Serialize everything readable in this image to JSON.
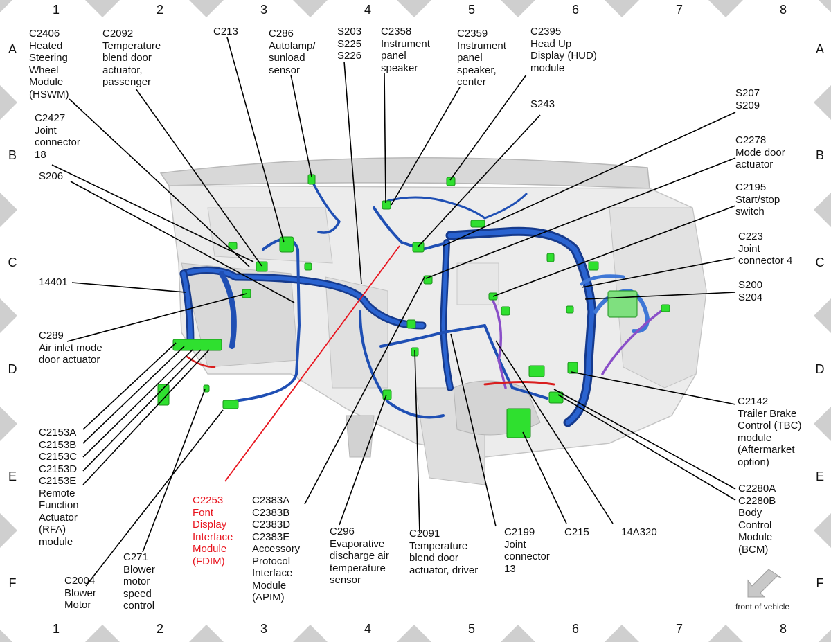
{
  "grid": {
    "columns": [
      "1",
      "2",
      "3",
      "4",
      "5",
      "6",
      "7",
      "8"
    ],
    "rows": [
      "A",
      "B",
      "C",
      "D",
      "E",
      "F"
    ]
  },
  "callouts": [
    {
      "id": "c2406",
      "text": "C2406\nHeated\nSteering\nWheel\nModule\n(HSWM)"
    },
    {
      "id": "c2092",
      "text": "C2092\nTemperature\nblend door\nactuator,\npassenger"
    },
    {
      "id": "c213",
      "text": "C213"
    },
    {
      "id": "c286",
      "text": "C286\nAutolamp/\nsunload\nsensor"
    },
    {
      "id": "s203",
      "text": "S203\nS225\nS226"
    },
    {
      "id": "c2358",
      "text": "C2358\nInstrument\npanel\nspeaker"
    },
    {
      "id": "c2359",
      "text": "C2359\nInstrument\npanel\nspeaker,\ncenter"
    },
    {
      "id": "c2395",
      "text": "C2395\nHead Up\nDisplay (HUD)\nmodule"
    },
    {
      "id": "s207",
      "text": "S207\nS209"
    },
    {
      "id": "s243",
      "text": "S243"
    },
    {
      "id": "c2278",
      "text": "C2278\nMode door\nactuator"
    },
    {
      "id": "c2427",
      "text": "C2427\nJoint\nconnector\n18"
    },
    {
      "id": "s206",
      "text": "S206"
    },
    {
      "id": "c2195",
      "text": "C2195\nStart/stop\nswitch"
    },
    {
      "id": "c223",
      "text": "C223\nJoint\nconnector 4"
    },
    {
      "id": "h14401",
      "text": "14401"
    },
    {
      "id": "s200",
      "text": "S200\nS204"
    },
    {
      "id": "c289",
      "text": "C289\nAir inlet mode\ndoor actuator"
    },
    {
      "id": "c2142",
      "text": "C2142\nTrailer Brake\nControl (TBC)\nmodule\n(Aftermarket\noption)"
    },
    {
      "id": "c2153",
      "text": "C2153A\nC2153B\nC2153C\nC2153D\nC2153E\nRemote\nFunction\nActuator\n(RFA)\nmodule"
    },
    {
      "id": "c2280",
      "text": "C2280A\nC2280B\nBody\nControl\nModule\n(BCM)"
    },
    {
      "id": "c2253",
      "text": "C2253\nFont\nDisplay\nInterface\nModule\n(FDIM)",
      "highlight": true
    },
    {
      "id": "c2383",
      "text": "C2383A\nC2383B\nC2383D\nC2383E\nAccessory\nProtocol\nInterface\nModule\n(APIM)"
    },
    {
      "id": "c296",
      "text": "C296\nEvaporative\ndischarge air\ntemperature\nsensor"
    },
    {
      "id": "c2091",
      "text": "C2091\nTemperature\nblend door\nactuator, driver"
    },
    {
      "id": "c2199",
      "text": "C2199\nJoint\nconnector\n13"
    },
    {
      "id": "c215",
      "text": "C215"
    },
    {
      "id": "h14a320",
      "text": "14A320"
    },
    {
      "id": "c271",
      "text": "C271\nBlower\nmotor\nspeed\ncontrol"
    },
    {
      "id": "c2004",
      "text": "C2004\nBlower\nMotor"
    }
  ],
  "front_note": "front of vehicle",
  "colors": {
    "harness": "#1f4fb4",
    "harness_dark": "#163a8c",
    "connector": "#2fe02f",
    "highlight": "#e8141e",
    "marker": "#cfcfcf",
    "dash": "#e4e4e4"
  }
}
